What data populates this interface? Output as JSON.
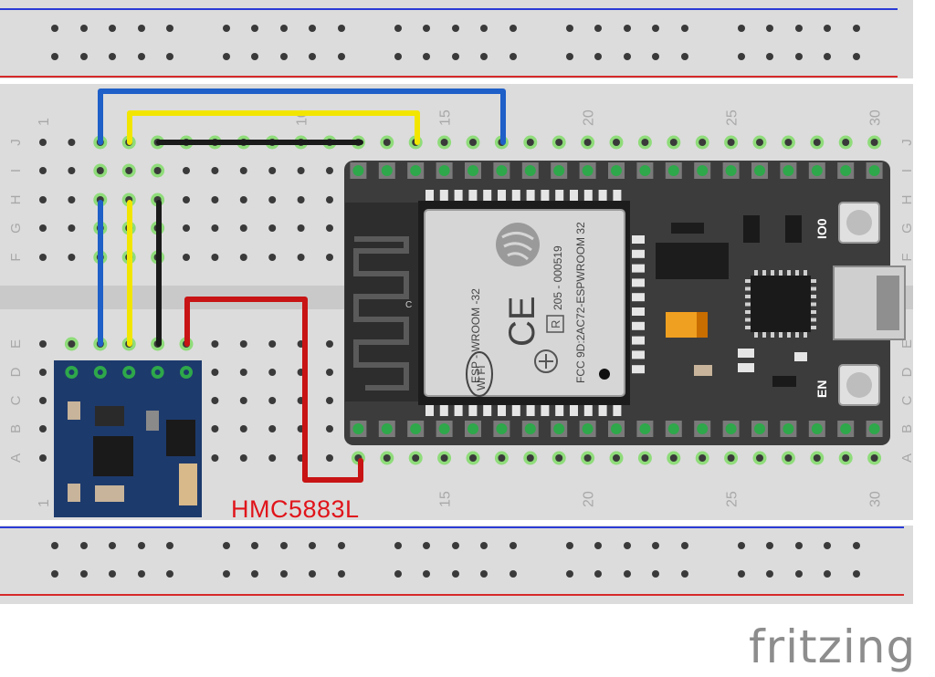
{
  "breadboard": {
    "col_labels_top": [
      "1",
      "10",
      "15",
      "20",
      "25",
      "30"
    ],
    "col_labels_bottom": [
      "1",
      "15",
      "20",
      "25",
      "30"
    ],
    "row_labels_upper": [
      "J",
      "I",
      "H",
      "G",
      "F"
    ],
    "row_labels_lower": [
      "E",
      "D",
      "C",
      "B",
      "A"
    ]
  },
  "module_label": "HMC5883L",
  "esp32": {
    "shield_lines": [
      "ESP - WROOM -32",
      "205 - 000519",
      "FCC 9D:2AC72-ESPWROOM 32"
    ],
    "ce_mark": "CE",
    "r_mark": "R",
    "antenna_mark": "C",
    "wifi_text": "Wi Fi",
    "button_top_label": "IO0",
    "button_bottom_label": "EN"
  },
  "logo_text": "fritzing",
  "wire_colors": {
    "blue": "#1e5fc8",
    "yellow": "#f2e600",
    "black": "#1a1a1a",
    "red": "#c81414"
  }
}
